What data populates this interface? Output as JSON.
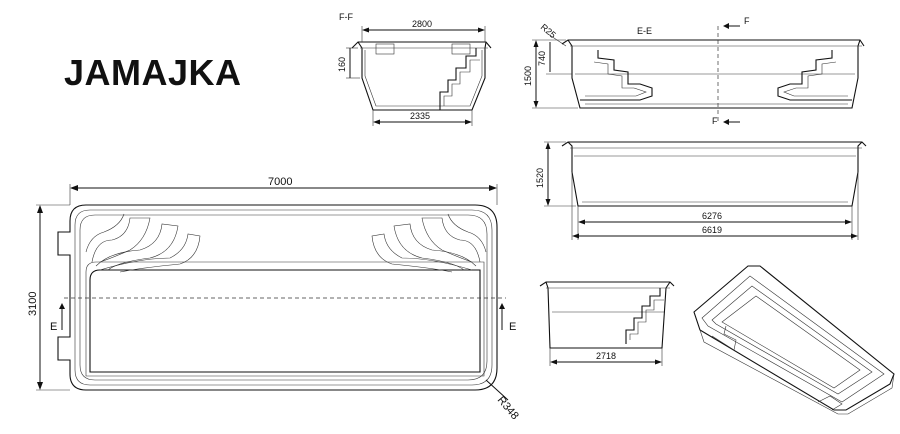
{
  "model_name": "JAMAJKA",
  "top_view": {
    "length_label": "7000",
    "width_label": "3100",
    "radius_label": "R348",
    "section_marker_left": "E",
    "section_marker_right": "E"
  },
  "section_ff": {
    "title": "F-F",
    "top_width_label": "2800",
    "bottom_width_label": "2335",
    "step_height_label": "160"
  },
  "section_ee": {
    "title": "E-E",
    "radius_label": "R25",
    "depth_label": "1500",
    "step_depth_label": "740",
    "marker_top": "F",
    "marker_bottom": "F"
  },
  "side_view": {
    "depth_label": "1520",
    "inner_length_label": "6276",
    "outer_length_label": "6619"
  },
  "end_view": {
    "width_label": "2718"
  },
  "colors": {
    "line": "#111111",
    "background": "#ffffff"
  }
}
